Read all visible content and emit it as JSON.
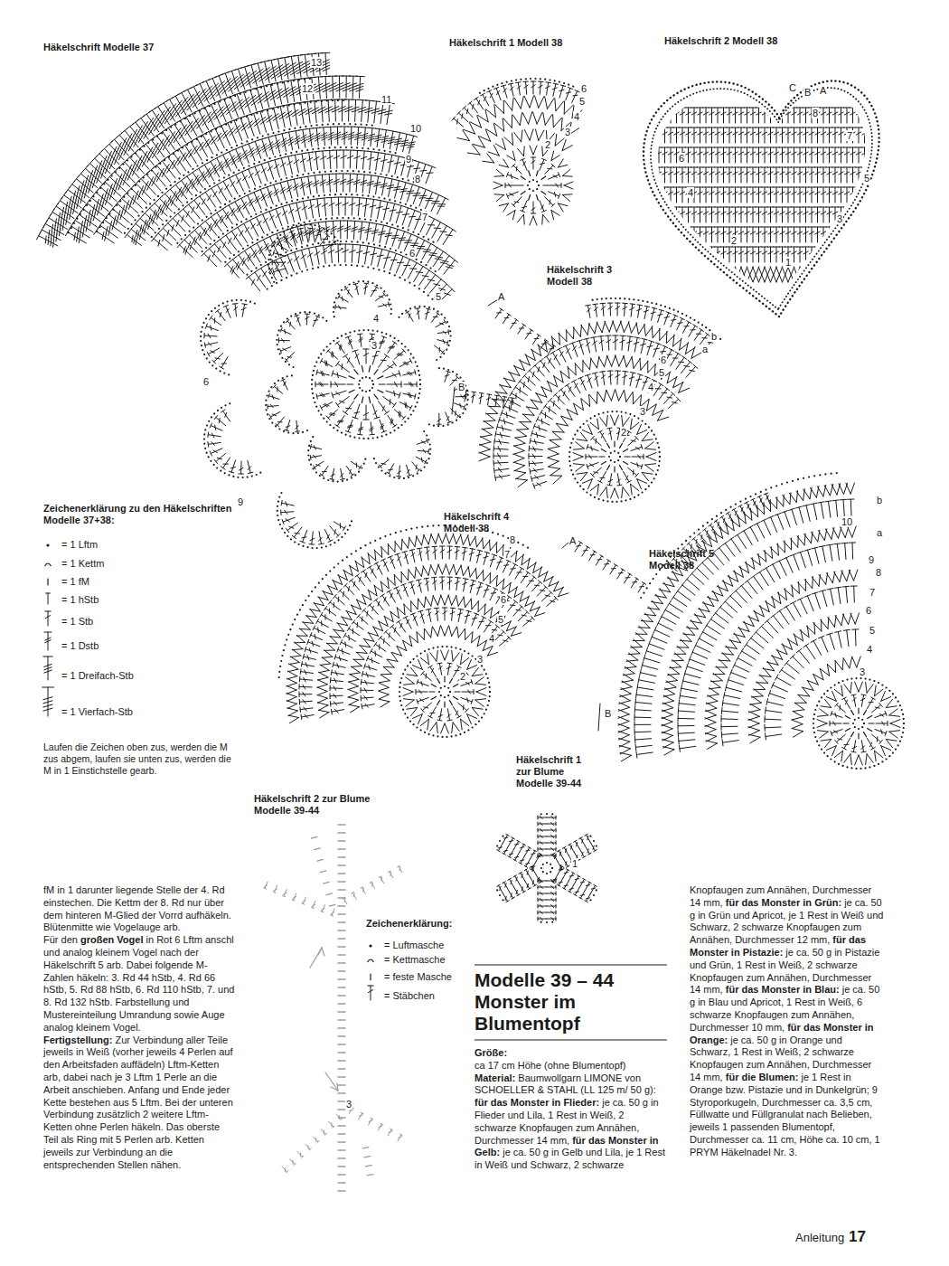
{
  "diagram": {
    "title": "Modelle 39 – 44 Monster im Blumentopf",
    "labels": [
      "Häkelschrift Modelle 37",
      "Häkelschrift 1 Modell 38",
      "Häkelschrift 2 Modell 38",
      "Häkelschrift 3 Modell 38",
      "Häkelschrift 4 Modell 38",
      "Häkelschrift 5 Modell 38",
      "Häkelschrift 1 zur Blume Modelle 39-44",
      "Häkelschrift 2 zur Blume Modelle 39-44",
      "Zeichenerklärung zu den Häkelschriften Modelle 37+38:",
      "Laufen die Zeichen oben zus, werden die M zus abgem, laufen sie unten zus, werden die M in 1 Einstichstelle gearb.",
      "Zeichenerklärung:",
      "13",
      "12",
      "11",
      "10",
      "9",
      "8",
      "7",
      "6",
      "5",
      "4",
      "3",
      "9",
      "6",
      "6",
      "5",
      "4",
      "3",
      "2",
      "A",
      "B",
      "C",
      "8",
      "7",
      "6",
      "5",
      "4",
      "3",
      "2",
      "1",
      "A",
      "B",
      "b",
      "a",
      "6",
      "5",
      "4",
      "3",
      "2",
      "8",
      "7",
      "6",
      "5",
      "4",
      "3",
      "2",
      "A",
      "B",
      "b",
      "a",
      "10",
      "9",
      "8",
      "7",
      "6",
      "5",
      "4",
      "3",
      "1",
      "3",
      "fM in 1 darunter liegende Stelle der 4. Rd einstechen. Die Kettm der 8. Rd nur über dem hinteren M-Glied der Vorrd aufhäkeln. Blütenmitte wie Vogelauge arb.",
      "Für den",
      "großen Vogel",
      "in Rot 6 Lftm anschl und analog kleinem Vogel nach der Häkelschrift 5 arb. Dabei folgende M-Zahlen häkeln: 3. Rd 44 hStb, 4. Rd 66 hStb, 5. Rd 88 hStb, 6. Rd 110 hStb, 7. und 8. Rd 132 hStb. Farbstellung und Mustereinteilung Umrandung sowie Auge analog kleinem Vogel.",
      "Fertigstellung:",
      "Zur Verbindung aller Teile jeweils in Weiß (vorher jeweils 4 Perlen auf den Arbeitsfaden auffädeln) Lftm-Ketten arb, dabei nach je 3 Lftm 1 Perle an die Arbeit anschieben. Anfang und Ende jeder Kette bestehen aus 5 Lftm. Bei der unteren Verbindung zusätzlich 2 weitere Lftm-Ketten ohne Perlen häkeln. Das oberste Teil als Ring mit 5 Perlen arb. Ketten jeweils zur Verbindung an die entsprechenden Stellen nähen.",
      "Größe:",
      "ca 17 cm Höhe (ohne Blumentopf)",
      "Material:",
      "Baumwollgarn LIMONE von SCHOELLER & STAHL (LL 125 m/ 50 g):",
      "für das Monster in Flieder:",
      "je ca. 50 g in Flieder und Lila, 1 Rest in Weiß, 2 schwarze Knopfaugen zum Annähen, Durchmesser 14 mm,",
      "für das Monster in Gelb:",
      "je ca. 50 g in Gelb und Lila, je 1 Rest in Weiß und Schwarz, 2 schwarze",
      "Knopfaugen zum Annähen, Durchmesser 14 mm,",
      "für das Monster in Grün:",
      "je ca. 50 g in Grün und Apricot, je 1 Rest in Weiß und Schwarz, 2 schwarze Knopfaugen zum Annähen, Durchmesser 12 mm,",
      "für das Monster in Pistazie:",
      "je ca. 50 g in Pistazie und Grün, 1 Rest in Weiß, 2 schwarze Knopfaugen zum Annähen, Durchmesser 14 mm,",
      "für das Monster in Blau:",
      "je ca. 50 g in Blau und Apricot, 1 Rest in Weiß, 6 schwarze Knopfaugen zum Annähen, Durchmesser 10 mm,",
      "für das Monster in Orange:",
      "je ca. 50 g in Orange und Schwarz, 1 Rest in Weiß, 2 schwarze Knopfaugen zum Annähen, Durchmesser 14 mm,",
      "für die Blumen:",
      "je 1 Rest in Orange bzw. Pistazie und in Dunkelgrün; 9 Styroporkugeln, Durchmesser ca. 3,5 cm, Füllwatte und Füllgranulat nach Belieben, jeweils 1 passenden Blumentopf, Durchmesser ca. 11 cm, Höhe ca. 10 cm, 1 PRYM Häkelnadel Nr. 3.",
      "Anleitung",
      "17"
    ],
    "legend": [
      {
        "text": "= 1 Lftm"
      },
      {
        "text": "= 1 Kettm"
      },
      {
        "text": "= 1 fM"
      },
      {
        "text": "= 1 hStb"
      },
      {
        "text": "= 1 Stb"
      },
      {
        "text": "= 1 Dstb"
      },
      {
        "text": "= 1 Dreifach-Stb"
      },
      {
        "text": "= 1 Vierfach-Stb"
      },
      {
        "text": "= Luftmasche"
      },
      {
        "text": "= Kettmasche"
      },
      {
        "text": "= feste Masche"
      },
      {
        "text": "= Stäbchen"
      }
    ]
  }
}
